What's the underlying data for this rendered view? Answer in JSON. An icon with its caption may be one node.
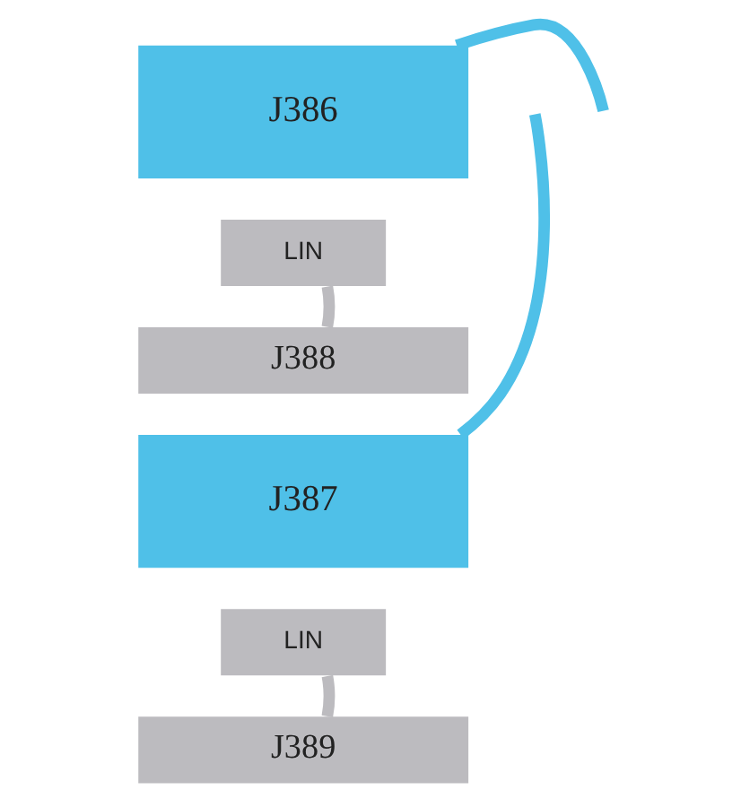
{
  "diagram": {
    "nodes": [
      {
        "text": [
          "J386"
        ]
      },
      {
        "text": [
          "LIN"
        ]
      },
      {
        "text": [
          "J388"
        ]
      },
      {
        "text": [
          "J387"
        ]
      },
      {
        "text": [
          "LIN"
        ]
      },
      {
        "text": [
          "J389"
        ]
      }
    ],
    "edges": [
      {
        "from": 0,
        "to": null,
        "arrow": "none",
        "color": "#4fc0e8"
      },
      {
        "from": 3,
        "to": null,
        "arrow": "none",
        "color": "#4fc0e8"
      },
      {
        "from": 1,
        "to": 2,
        "arrow": "none",
        "color": "#bcbbbf"
      },
      {
        "from": 4,
        "to": 5,
        "arrow": "none",
        "color": "#bcbbbf"
      }
    ]
  }
}
